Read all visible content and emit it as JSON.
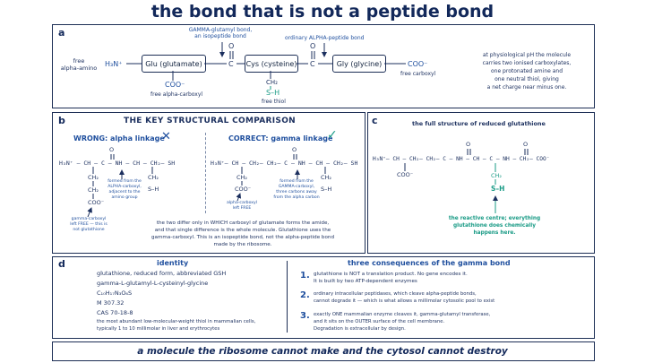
{
  "title": "the bond that is not a peptide bond",
  "panel_a": {
    "label": "a",
    "free_alpha_amino": "free\nalpha-amino",
    "h3n": "H₃N⁺",
    "glu": "Glu (glutamate)",
    "cys": "Cys (cysteine)",
    "gly": "Gly (glycine)",
    "coo_gly": "COO⁻",
    "free_carboxyl": "free carboxyl",
    "coo_glu": "COO⁻",
    "free_alpha_carboxyl": "free alpha-carboxyl",
    "sh": "S–H",
    "ch2": "CH₂",
    "free_thiol": "free thiol",
    "o": "O",
    "c": "C",
    "gamma_bond": "GAMMA-glutamyl bond,\nan isopeptide bond",
    "alpha_bond": "ordinary ALPHA-peptide bond",
    "note": "at physiological pH the molecule\ncarries two ionised carboxylates,\none protonated amine and\none neutral thiol, giving\na net charge near minus one."
  },
  "panel_b": {
    "label": "b",
    "heading": "THE KEY STRUCTURAL COMPARISON",
    "wrong": "WRONG: alpha linkage",
    "wrong_mark": "✕",
    "correct": "CORRECT: gamma linkage",
    "correct_mark": "✓",
    "wrong_formula": "H₃N⁺ – CH – C – NH – CH – CH₂– SH",
    "correct_formula": "H₃N⁺– CH – CH₂– CH₂– C – NH – CH – CH₂– SH",
    "o": "O",
    "ch2": "CH₂",
    "sh": "S–H",
    "coo": "COO⁻",
    "formed_alpha": "formed from the\nALPHA-carboxyl,\nadjacent to the\namino group",
    "gamma_left_free": "gamma-carboxyl\nleft FREE — this is\nnot glutathione",
    "alpha_left_free": "alpha-carboxyl\nleft FREE",
    "formed_gamma": "formed from the\nGAMMA-carboxyl,\nthree carbons away\nfrom the alpha carbon",
    "summary": "the two differ only in WHICH carboxyl of glutamate forms the amide,\nand that single difference is the whole molecule. Glutathione uses the\ngamma-carboxyl. This is an isopeptide bond, not the alpha-peptide bond\nmade by the ribosome."
  },
  "panel_c": {
    "label": "c",
    "heading": "the full structure of reduced glutathione",
    "formula": "H₃N⁺– CH – CH₂– CH₂– C – NH – CH – C – NH – CH₂– COO⁻",
    "o": "O",
    "coo": "COO⁻",
    "ch2": "CH₂",
    "sh": "S–H",
    "caption": "the reactive centre; everything\nglutathione does chemically\nhappens here."
  },
  "panel_d": {
    "label": "d",
    "identity_heading": "identity",
    "identity_lines": [
      "glutathione, reduced form, abbreviated GSH",
      "gamma-L-glutamyl-L-cysteinyl-glycine",
      "C₁₀H₁₇N₃O₆S",
      "M 307.32",
      "CAS 70-18-8"
    ],
    "identity_note": "the most abundant low-molecular-weight thiol in mammalian cells,\ntypically 1 to 10 millimolar in liver and erythrocytes",
    "consequences_heading": "three consequences of the gamma bond",
    "consequences": [
      {
        "num": "1.",
        "text": "glutathione is NOT a translation product. No gene encodes it.\nIt is built by two ATP-dependent enzymes"
      },
      {
        "num": "2.",
        "text": "ordinary intracellular peptidases, which cleave alpha-peptide bonds,\ncannot degrade it — which is what allows a millimolar cytosolic pool to exist"
      },
      {
        "num": "3.",
        "text": "exactly ONE mammalian enzyme cleaves it, gamma-glutamyl transferase,\nand it sits on the OUTER surface of the cell membrane.\nDegradation is extracellular by design."
      }
    ]
  },
  "footer": "a molecule the ribosome cannot make and the cytosol cannot destroy",
  "colors": {
    "navy": "#12285a",
    "blue": "#1f4f9e",
    "teal": "#1a9b86"
  }
}
